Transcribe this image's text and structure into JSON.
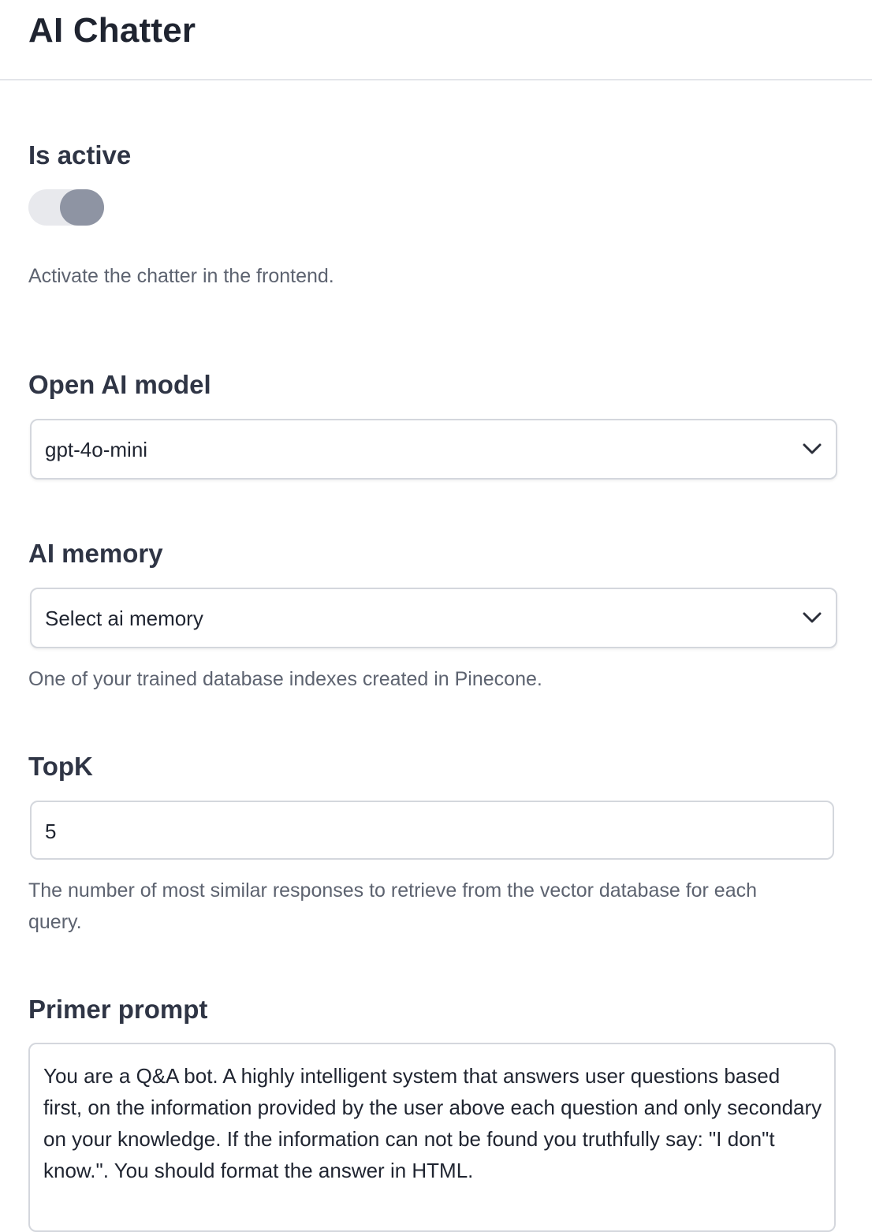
{
  "header": {
    "title": "AI Chatter"
  },
  "is_active": {
    "label": "Is active",
    "value": false,
    "help": "Activate the chatter in the frontend."
  },
  "model": {
    "label": "Open AI model",
    "value": "gpt-4o-mini"
  },
  "memory": {
    "label": "AI memory",
    "value": "Select ai memory",
    "help": "One of your trained database indexes created in Pinecone."
  },
  "topk": {
    "label": "TopK",
    "value": "5",
    "help": "The number of most similar responses to retrieve from the vector database for each query."
  },
  "primer": {
    "label": "Primer prompt",
    "value": "You are a Q&A bot. A highly intelligent system that answers user questions based first, on the information provided by the user above each question and only secondary on your knowledge. If the information can not be found you truthfully say: \"I don\"t know.\". You should format the answer in HTML."
  },
  "icons": {
    "select_arrow": "chevron-down-icon"
  }
}
